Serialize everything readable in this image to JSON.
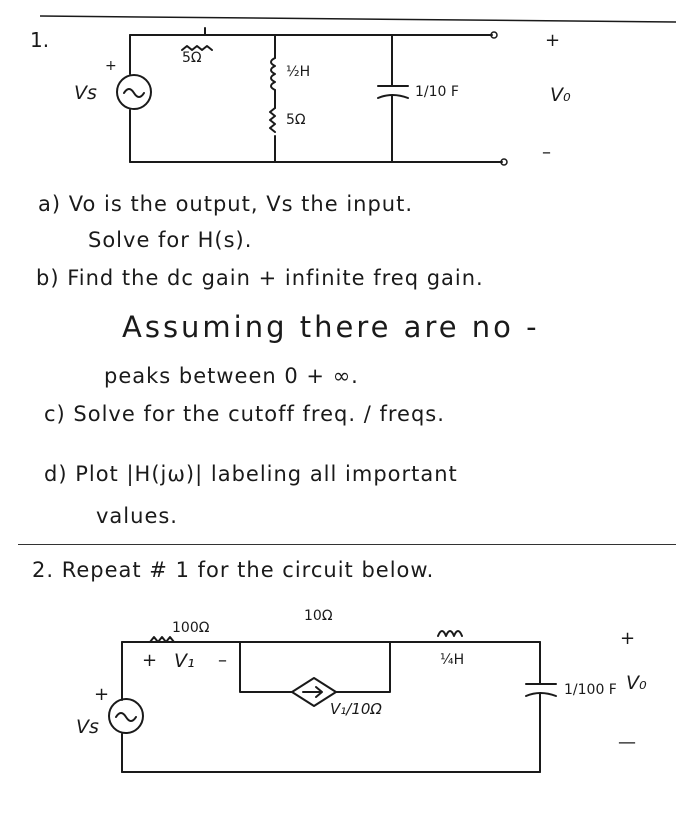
{
  "problem1": {
    "number": "1.",
    "source_label": "Vs",
    "source_plus": "+",
    "r1": "5Ω",
    "inductor": "½H",
    "r2": "5Ω",
    "capacitor": "1/10 F",
    "out_plus": "+",
    "out_label": "V₀",
    "out_minus": "–",
    "a_line1": "a) Vo is the output, Vs the input.",
    "a_line2": "Solve for H(s).",
    "b_line": "b) Find the dc gain + infinite freq gain.",
    "assume_line1": "Assuming there are no -",
    "assume_line2": "peaks between 0 + ∞.",
    "c_line": "c) Solve for the cutoff freq. / freqs.",
    "d_line1": "d) Plot |H(jω)| labeling all important",
    "d_line2": "values."
  },
  "problem2": {
    "line": "2. Repeat # 1 for the circuit below.",
    "r1": "100Ω",
    "v1_plus": "+",
    "v1_label": "V₁",
    "v1_minus": "–",
    "r2": "10Ω",
    "dep_source": "V₁/10Ω",
    "inductor": "¼H",
    "capacitor": "1/100 F",
    "source_plus": "+",
    "source_label": "Vs",
    "out_plus": "+",
    "out_label": "V₀",
    "out_minus": "—"
  }
}
